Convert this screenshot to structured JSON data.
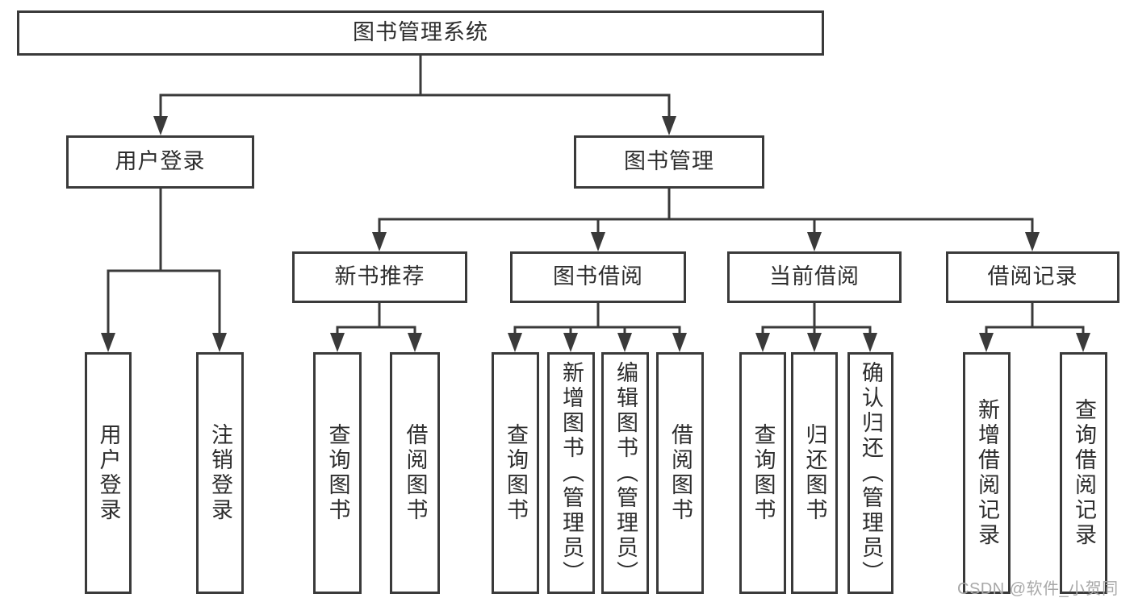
{
  "tree": {
    "label": "图书管理系统",
    "children": [
      {
        "label": "用户登录",
        "children": [
          {
            "label": "用户登录"
          },
          {
            "label": "注销登录"
          }
        ]
      },
      {
        "label": "图书管理",
        "children": [
          {
            "label": "新书推荐",
            "children": [
              {
                "label": "查询图书"
              },
              {
                "label": "借阅图书"
              }
            ]
          },
          {
            "label": "图书借阅",
            "children": [
              {
                "label": "查询图书"
              },
              {
                "label": "新增图书（管理员）"
              },
              {
                "label": "编辑图书（管理员）"
              },
              {
                "label": "借阅图书"
              }
            ]
          },
          {
            "label": "当前借阅",
            "children": [
              {
                "label": "查询图书"
              },
              {
                "label": "归还图书"
              },
              {
                "label": "确认归还（管理员）"
              }
            ]
          },
          {
            "label": "借阅记录",
            "children": [
              {
                "label": "新增借阅记录"
              },
              {
                "label": "查询借阅记录"
              }
            ]
          }
        ]
      }
    ]
  },
  "watermark": {
    "text": "CSDN @软件_小贺同学"
  },
  "colors": {
    "line": "#3a3a3a",
    "text": "#2d2d2d",
    "watermark": "#a8a8a8",
    "background": "#ffffff"
  }
}
